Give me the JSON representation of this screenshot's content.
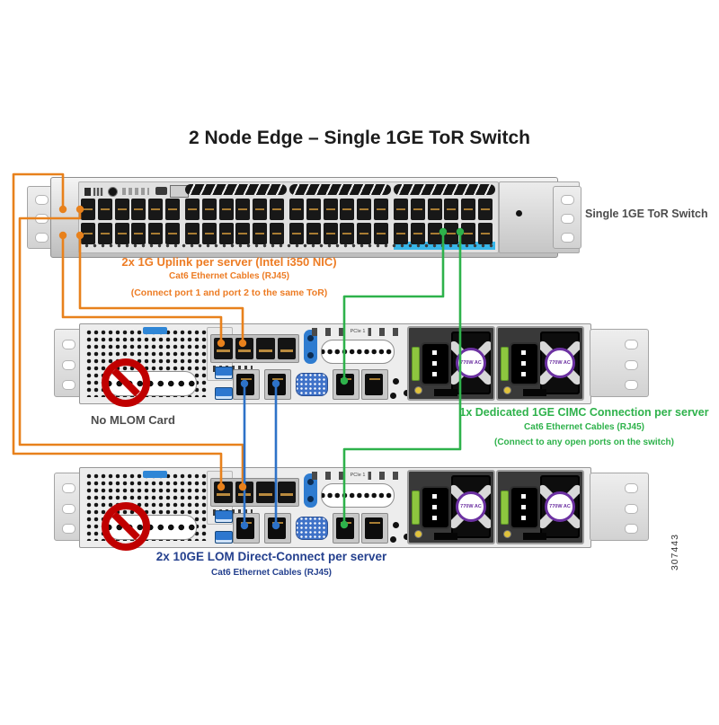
{
  "title": "2 Node Edge – Single 1GE ToR Switch",
  "tor_switch": {
    "label": "Single 1GE ToR Switch"
  },
  "servers": {
    "psu_label": "770W AC",
    "pcie_label": "PCIe 1"
  },
  "annotations": {
    "uplink_line1": "2x 1G Uplink per server (Intel i350 NIC)",
    "uplink_line2": "Cat6 Ethernet Cables (RJ45)",
    "uplink_line3": "(Connect port 1 and port 2 to the same ToR)",
    "cimc_line1": "1x Dedicated 1GE CIMC Connection per server",
    "cimc_line2": "Cat6 Ethernet Cables (RJ45)",
    "cimc_line3": "(Connect to any open ports on the switch)",
    "lom_line1": "2x 10GE LOM Direct-Connect per server",
    "lom_line2": "Cat6 Ethernet Cables (RJ45)",
    "no_mlom": "No MLOM Card",
    "doc_number": "307443"
  },
  "colors": {
    "orange": "#e8811c",
    "green": "#2eb24b",
    "blue": "#2d72c8",
    "navy": "#24408e",
    "red": "#c00000",
    "purple": "#6b30a1",
    "highlight_strip": "#38b6e9"
  }
}
